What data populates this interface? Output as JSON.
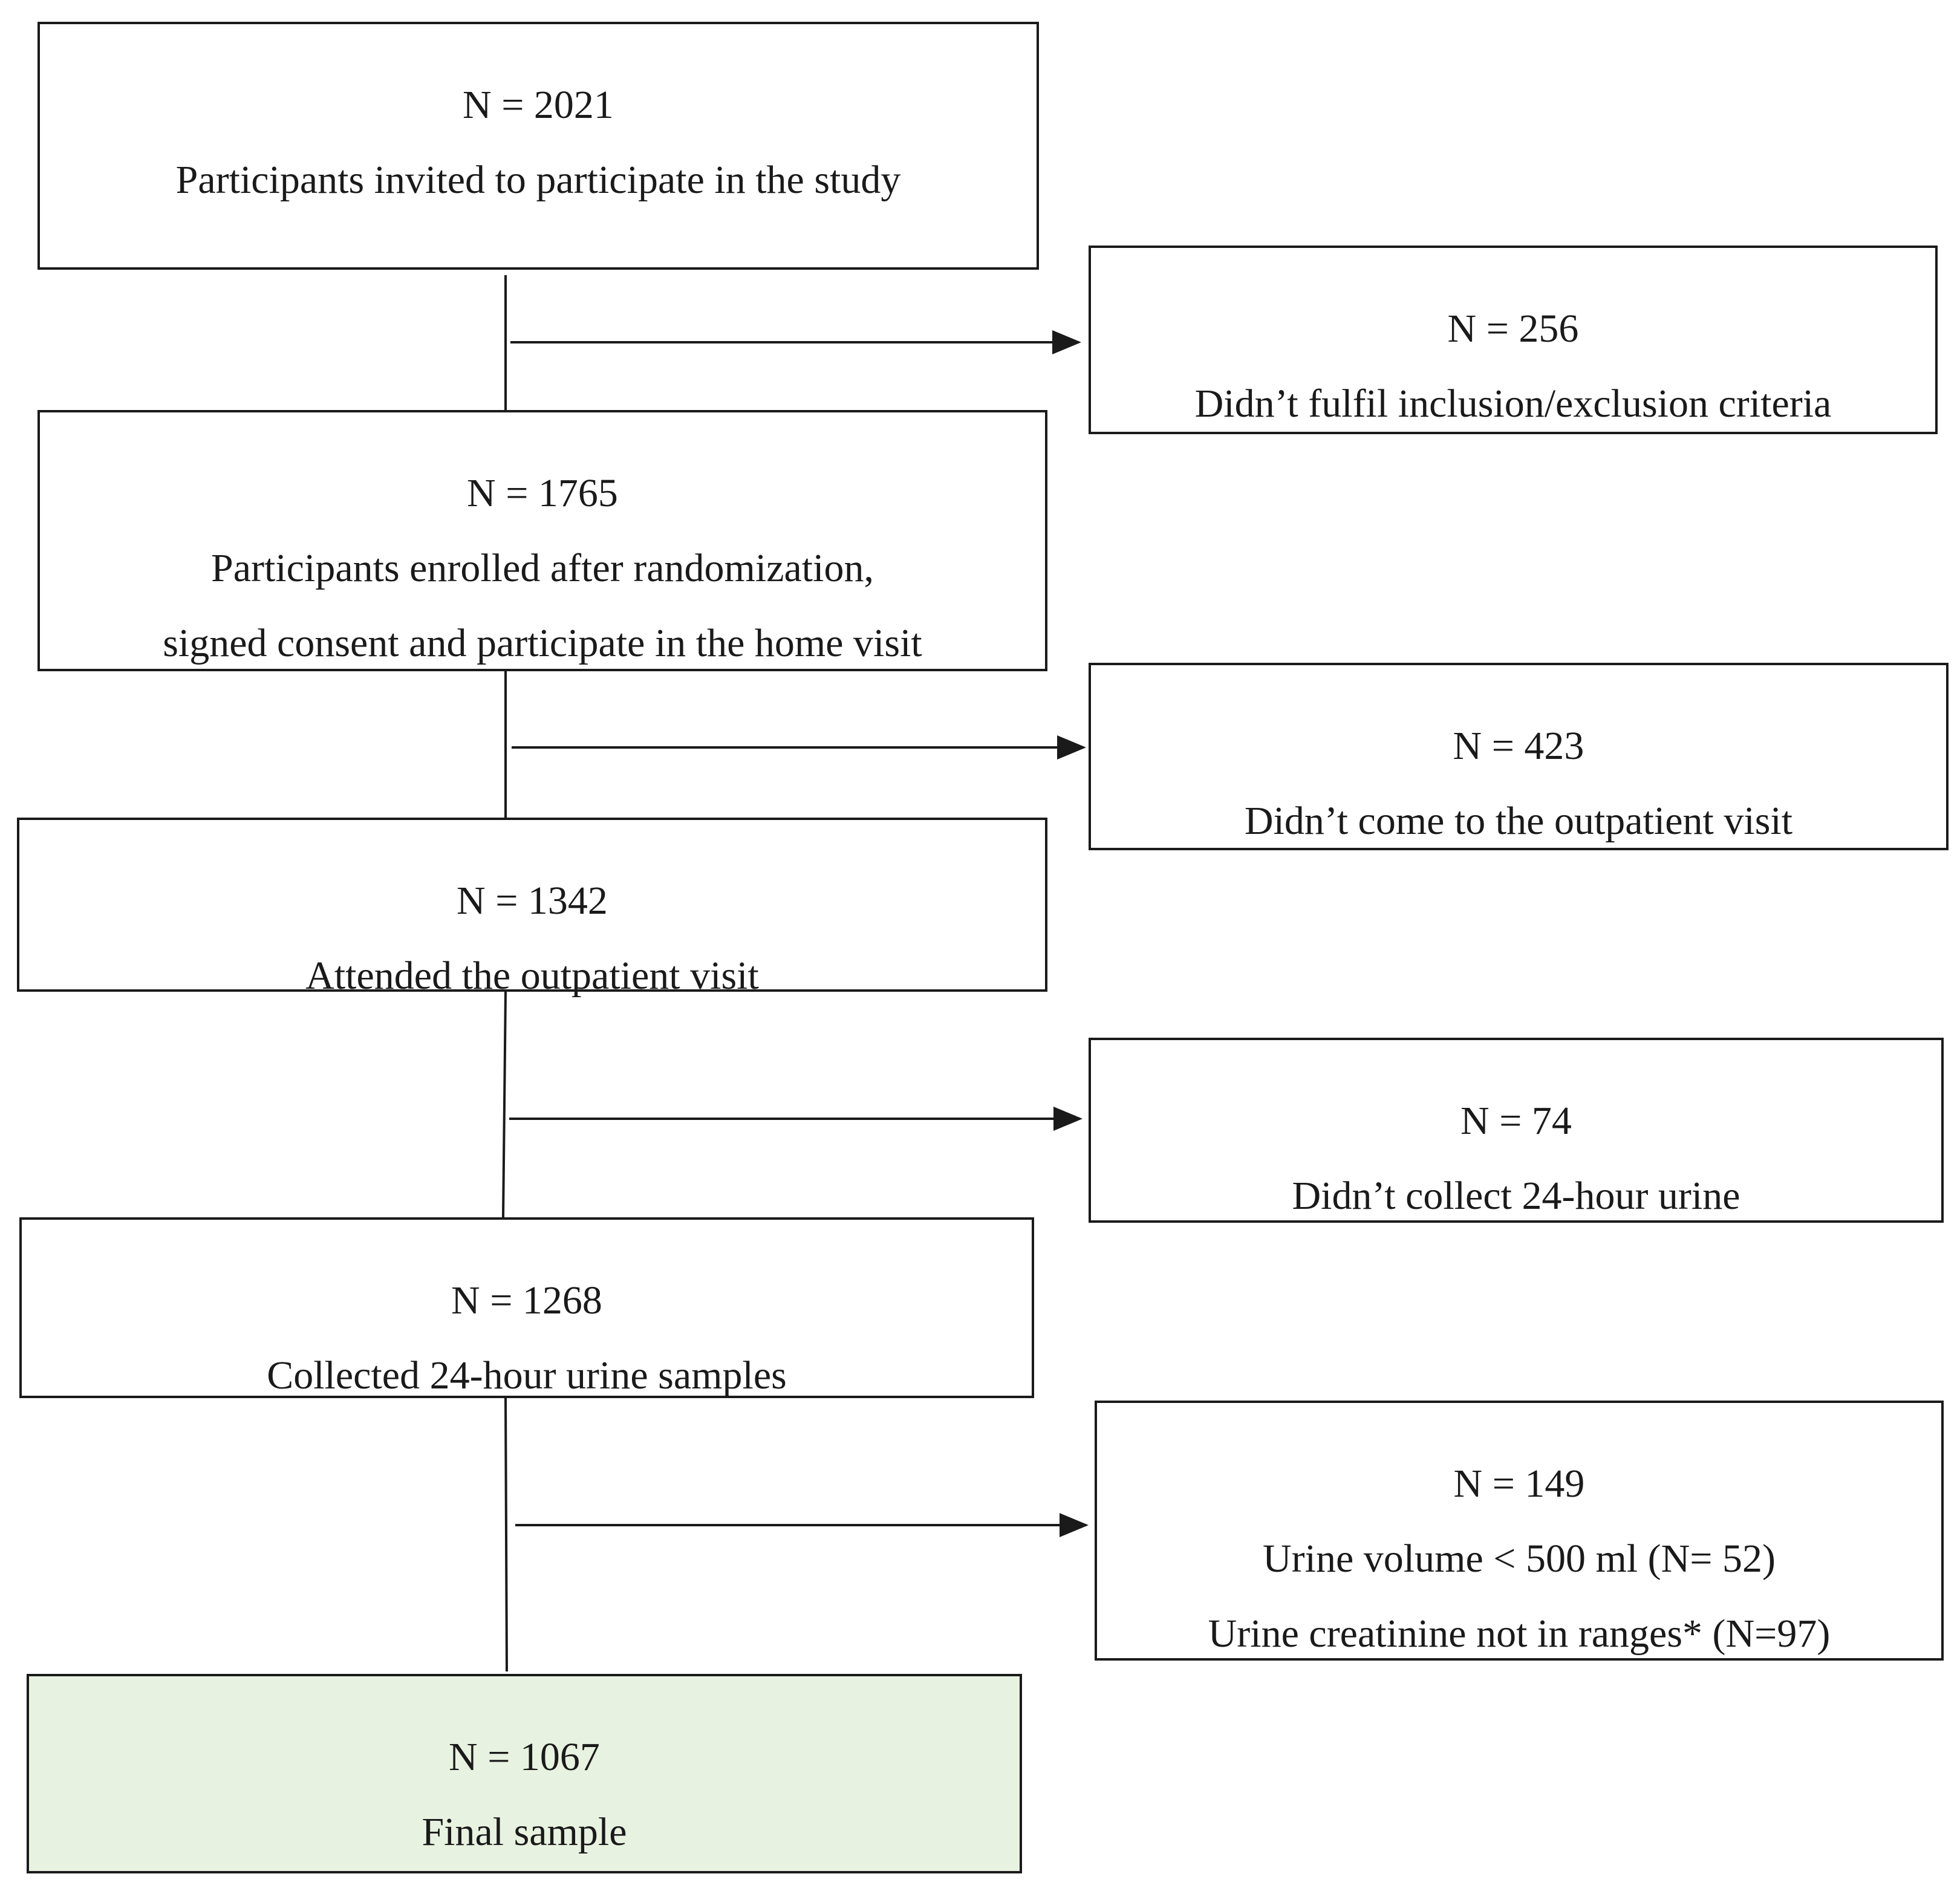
{
  "colors": {
    "stroke": "#1a1a1a",
    "final_fill": "#e8f2e0",
    "box_fill": "#ffffff"
  },
  "main_boxes": [
    {
      "count": "N = 2021",
      "lines": [
        "Participants invited to participate in the study"
      ]
    },
    {
      "count": "N = 1765",
      "lines": [
        "Participants enrolled after randomization,",
        "signed consent and participate in the home visit"
      ]
    },
    {
      "count": "N = 1342",
      "lines": [
        "Attended the outpatient visit"
      ]
    },
    {
      "count": "N = 1268",
      "lines": [
        "Collected 24-hour urine samples"
      ]
    },
    {
      "count": "N = 1067",
      "lines": [
        "Final sample"
      ]
    }
  ],
  "exclusion_boxes": [
    {
      "count": "N = 256",
      "lines": [
        "Didn’t fulfil inclusion/exclusion criteria"
      ]
    },
    {
      "count": "N = 423",
      "lines": [
        "Didn’t come to the outpatient visit"
      ]
    },
    {
      "count": "N = 74",
      "lines": [
        "Didn’t collect 24-hour urine"
      ]
    },
    {
      "count": "N = 149",
      "lines": [
        "Urine volume < 500 ml (N= 52)",
        "Urine creatinine not in ranges* (N=97)"
      ]
    }
  ]
}
